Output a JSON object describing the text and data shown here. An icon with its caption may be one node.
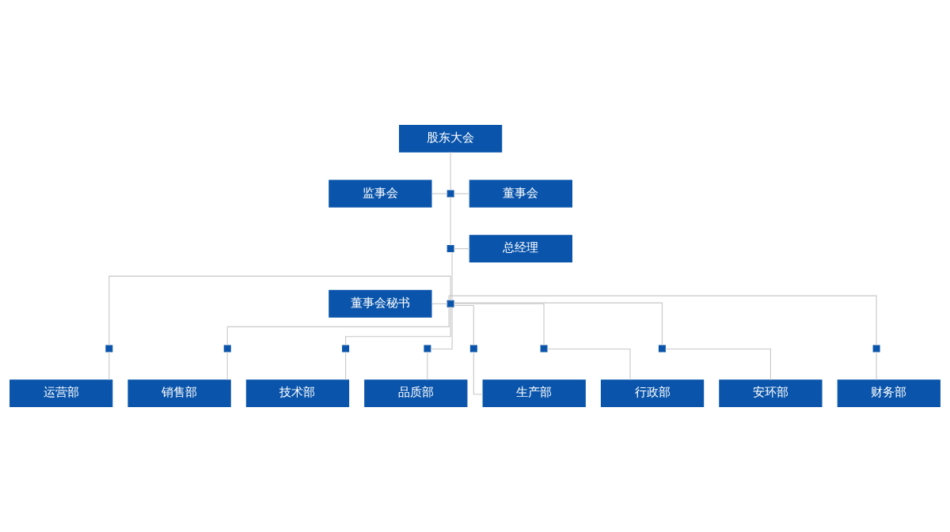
{
  "diagram": {
    "nodes": [
      {
        "text": [
          "股东大会"
        ]
      },
      {
        "text": [
          "监事会"
        ]
      },
      {
        "text": [],
        "shape": "box"
      },
      {
        "text": [
          "董事会"
        ]
      },
      {
        "text": [],
        "shape": "box"
      },
      {
        "text": [
          "总经理"
        ]
      },
      {
        "text": [
          "董事会秘书"
        ]
      },
      {
        "text": [],
        "shape": "box"
      },
      {
        "text": [],
        "shape": "box"
      },
      {
        "text": [],
        "shape": "box"
      },
      {
        "text": [],
        "shape": "box"
      },
      {
        "text": [],
        "shape": "box"
      },
      {
        "text": [],
        "shape": "box"
      },
      {
        "text": [],
        "shape": "box"
      },
      {
        "text": [],
        "shape": "box"
      },
      {
        "text": [],
        "shape": "box"
      },
      {
        "text": [
          "运营部"
        ]
      },
      {
        "text": [
          "销售部"
        ]
      },
      {
        "text": [
          "技术部"
        ]
      },
      {
        "text": [
          "品质部"
        ]
      },
      {
        "text": [
          "生产部"
        ]
      },
      {
        "text": [
          "行政部"
        ]
      },
      {
        "text": [
          "安环部"
        ]
      },
      {
        "text": [
          "财务部"
        ]
      }
    ],
    "edges": [
      {
        "from": 0,
        "to": 2,
        "arrow": "none"
      },
      {
        "from": 1,
        "to": 2,
        "arrow": "none"
      },
      {
        "from": 2,
        "to": 3,
        "arrow": "none"
      },
      {
        "from": 2,
        "to": 4,
        "arrow": "none"
      },
      {
        "from": 4,
        "to": 5,
        "arrow": "none"
      },
      {
        "from": 4,
        "to": 7,
        "arrow": "none"
      },
      {
        "from": 6,
        "to": 7,
        "arrow": "none"
      },
      {
        "from": 7,
        "to": 8,
        "arrow": "none"
      },
      {
        "from": 7,
        "to": 9,
        "arrow": "none"
      },
      {
        "from": 7,
        "to": 10,
        "arrow": "none"
      },
      {
        "from": 7,
        "to": 11,
        "arrow": "none"
      },
      {
        "from": 7,
        "to": 12,
        "arrow": "none"
      },
      {
        "from": 7,
        "to": 13,
        "arrow": "none"
      },
      {
        "from": 7,
        "to": 14,
        "arrow": "none"
      },
      {
        "from": 7,
        "to": 15,
        "arrow": "none"
      },
      {
        "from": 8,
        "to": 16,
        "arrow": "none"
      },
      {
        "from": 9,
        "to": 17,
        "arrow": "none"
      },
      {
        "from": 10,
        "to": 18,
        "arrow": "none"
      },
      {
        "from": 11,
        "to": 19,
        "arrow": "none"
      },
      {
        "from": 12,
        "to": 20,
        "arrow": "none"
      },
      {
        "from": 13,
        "to": 21,
        "arrow": "none"
      },
      {
        "from": 14,
        "to": 22,
        "arrow": "none"
      },
      {
        "from": 15,
        "to": 23,
        "arrow": "none"
      }
    ]
  }
}
